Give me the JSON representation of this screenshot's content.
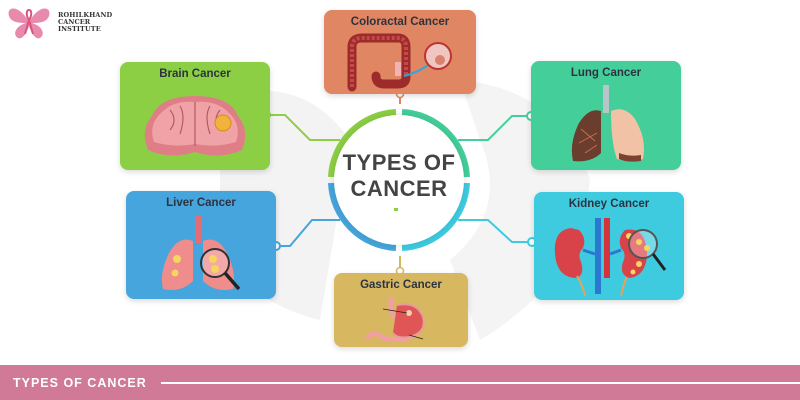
{
  "logo": {
    "line1": "ROHILKHAND",
    "line2": "CANCER",
    "line3": "INSTITUTE",
    "icon": "pink-butterfly-ribbon-icon"
  },
  "center": {
    "line1": "TYPES OF",
    "line2": "CANCER"
  },
  "cards": [
    {
      "id": "colorectal",
      "title": "Coloractal Cancer",
      "color": "#e08662",
      "icon": "colon-illustration"
    },
    {
      "id": "brain",
      "title": "Brain Cancer",
      "color": "#8ccf44",
      "icon": "brain-illustration"
    },
    {
      "id": "lung",
      "title": "Lung Cancer",
      "color": "#44cf9a",
      "icon": "lungs-illustration"
    },
    {
      "id": "liver",
      "title": "Liver Cancer",
      "color": "#45a5dc",
      "icon": "lungs-magnifier-illustration"
    },
    {
      "id": "kidney",
      "title": "Kidney Cancer",
      "color": "#3ecbe0",
      "icon": "kidney-magnifier-illustration"
    },
    {
      "id": "gastric",
      "title": "Gastric Cancer",
      "color": "#d7b760",
      "icon": "stomach-illustration"
    }
  ],
  "footer": {
    "title": "TYPES OF CANCER",
    "color": "#d17a98"
  }
}
